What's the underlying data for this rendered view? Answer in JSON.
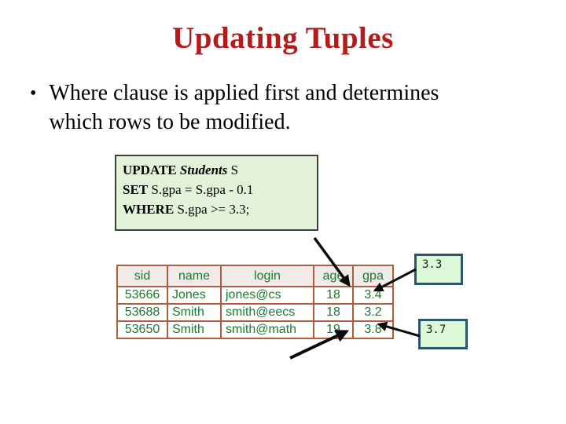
{
  "slide_title": "Updating Tuples",
  "bullet": {
    "marker": "•",
    "line1": "Where clause is applied first and determines",
    "line2": "which rows to be modified."
  },
  "sql_box": {
    "line1": {
      "keyword": "UPDATE",
      "object": "Students",
      "tail": " S"
    },
    "line2": {
      "keyword": "SET",
      "tail": " S.gpa = S.gpa - 0.1"
    },
    "line3": {
      "keyword": "WHERE",
      "tail": " S.gpa >= 3.3;"
    }
  },
  "students_table": {
    "headers": [
      "sid",
      "name",
      "login",
      "age",
      "gpa"
    ],
    "rows": [
      [
        "53666",
        "Jones",
        "jones@cs",
        "18",
        "3.4"
      ],
      [
        "53688",
        "Smith",
        "smith@eecs",
        "18",
        "3.2"
      ],
      [
        "53650",
        "Smith",
        "smith@math",
        "19",
        "3.8"
      ]
    ]
  },
  "callouts": {
    "new_gpa_row1": "3.3",
    "new_gpa_row3": "3.7"
  },
  "colors": {
    "title_red": "#b41c1c",
    "table_text_green": "#1b7a2f",
    "table_border_sienna": "#b25c3e",
    "table_header_bg": "#f0eae8",
    "sql_box_bg": "#e3f3da",
    "callout_bg": "#dbf9d7",
    "callout_border": "#2d566e",
    "arrow_black": "#0a0a0a"
  }
}
